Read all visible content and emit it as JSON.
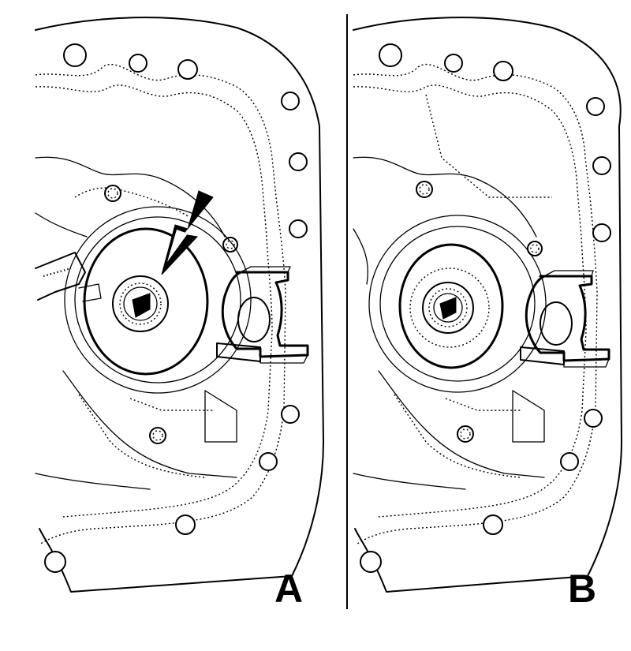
{
  "panels": [
    {
      "id": "A",
      "label": "A",
      "arrow": true
    },
    {
      "id": "B",
      "label": "B",
      "arrow": false
    }
  ],
  "colors": {
    "ink": "#000000",
    "paper": "#ffffff"
  },
  "icons": {
    "pointer": "arrow-icon"
  }
}
